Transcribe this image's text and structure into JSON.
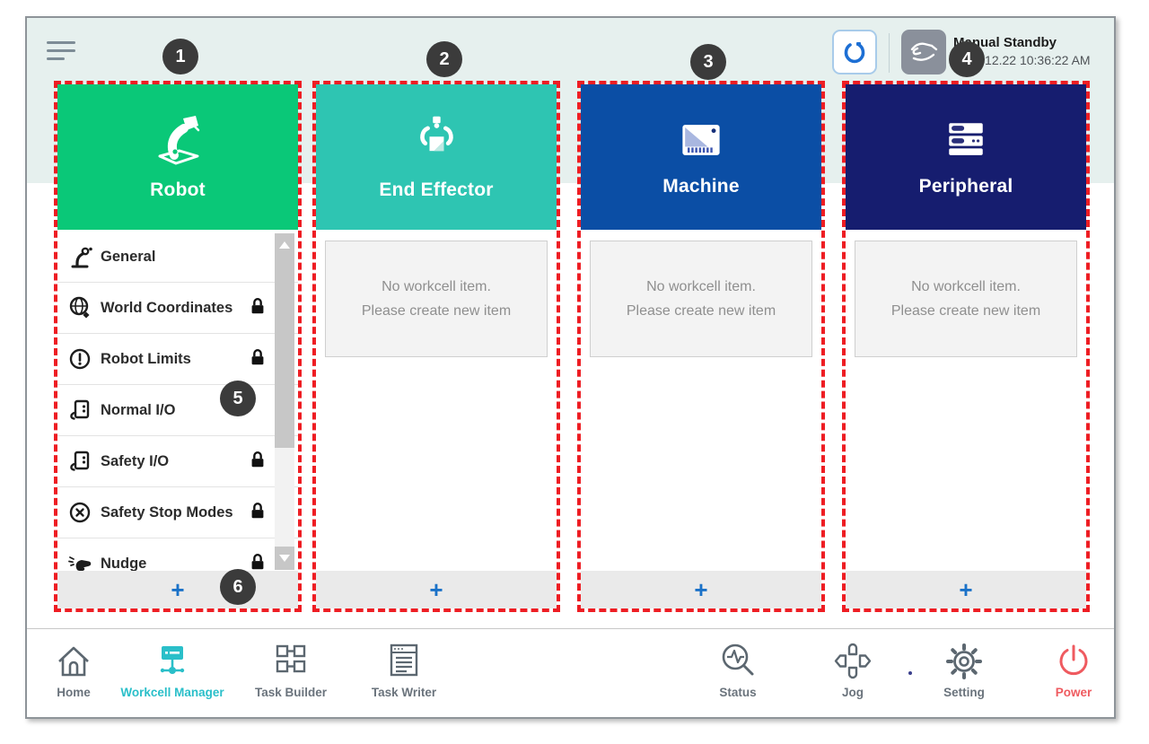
{
  "header": {
    "mode_label": "Manual Standby",
    "timestamp": "2022.12.22 10:36:22 AM"
  },
  "callouts": [
    "1",
    "2",
    "3",
    "4",
    "5",
    "6"
  ],
  "workcell": {
    "columns": [
      {
        "label": "Robot",
        "color": "#0ac878"
      },
      {
        "label": "End Effector",
        "color": "#2ec5b2"
      },
      {
        "label": "Machine",
        "color": "#0b4ea5"
      },
      {
        "label": "Peripheral",
        "color": "#161d6f"
      }
    ],
    "robot_menu": [
      {
        "label": "General",
        "locked": false
      },
      {
        "label": "World Coordinates",
        "locked": true
      },
      {
        "label": "Robot Limits",
        "locked": true
      },
      {
        "label": "Normal I/O",
        "locked": false
      },
      {
        "label": "Safety I/O",
        "locked": true
      },
      {
        "label": "Safety Stop Modes",
        "locked": true
      },
      {
        "label": "Nudge",
        "locked": true
      }
    ],
    "empty_state": {
      "line1": "No workcell item.",
      "line2": "Please create new item"
    },
    "add_label": "+"
  },
  "nav": {
    "items": [
      {
        "label": "Home"
      },
      {
        "label": "Workcell Manager",
        "active": true
      },
      {
        "label": "Task Builder"
      },
      {
        "label": "Task Writer"
      },
      {
        "label": "Status"
      },
      {
        "label": "Jog"
      },
      {
        "label": "Setting"
      },
      {
        "label": "Power"
      }
    ],
    "active_color": "#2abfc9",
    "power_color": "#ef5a5f"
  },
  "colors": {
    "callout_red": "#ee1d23",
    "callout_bg": "#3b3b3b",
    "band": "#e6f0ee"
  }
}
